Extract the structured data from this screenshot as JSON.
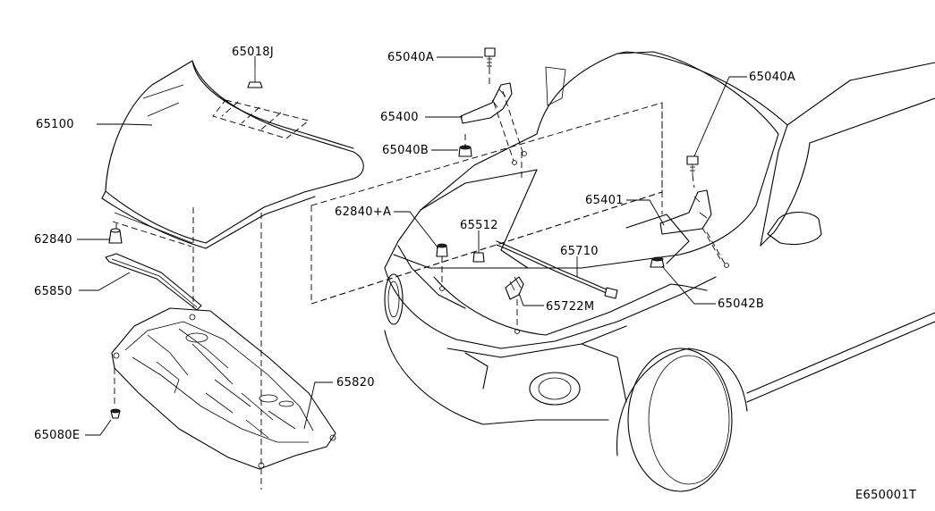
{
  "labels": {
    "p65018J": "65018J",
    "p65100": "65100",
    "p62840": "62840",
    "p65850": "65850",
    "p65820": "65820",
    "p65080E": "65080E",
    "p65040A_top": "65040A",
    "p65400": "65400",
    "p65040B": "65040B",
    "p62840A": "62840+A",
    "p65512": "65512",
    "p65710": "65710",
    "p65722M": "65722M",
    "p65040A_right": "65040A",
    "p65401": "65401",
    "p65042B": "65042B"
  },
  "diagram_code": "E650001T"
}
